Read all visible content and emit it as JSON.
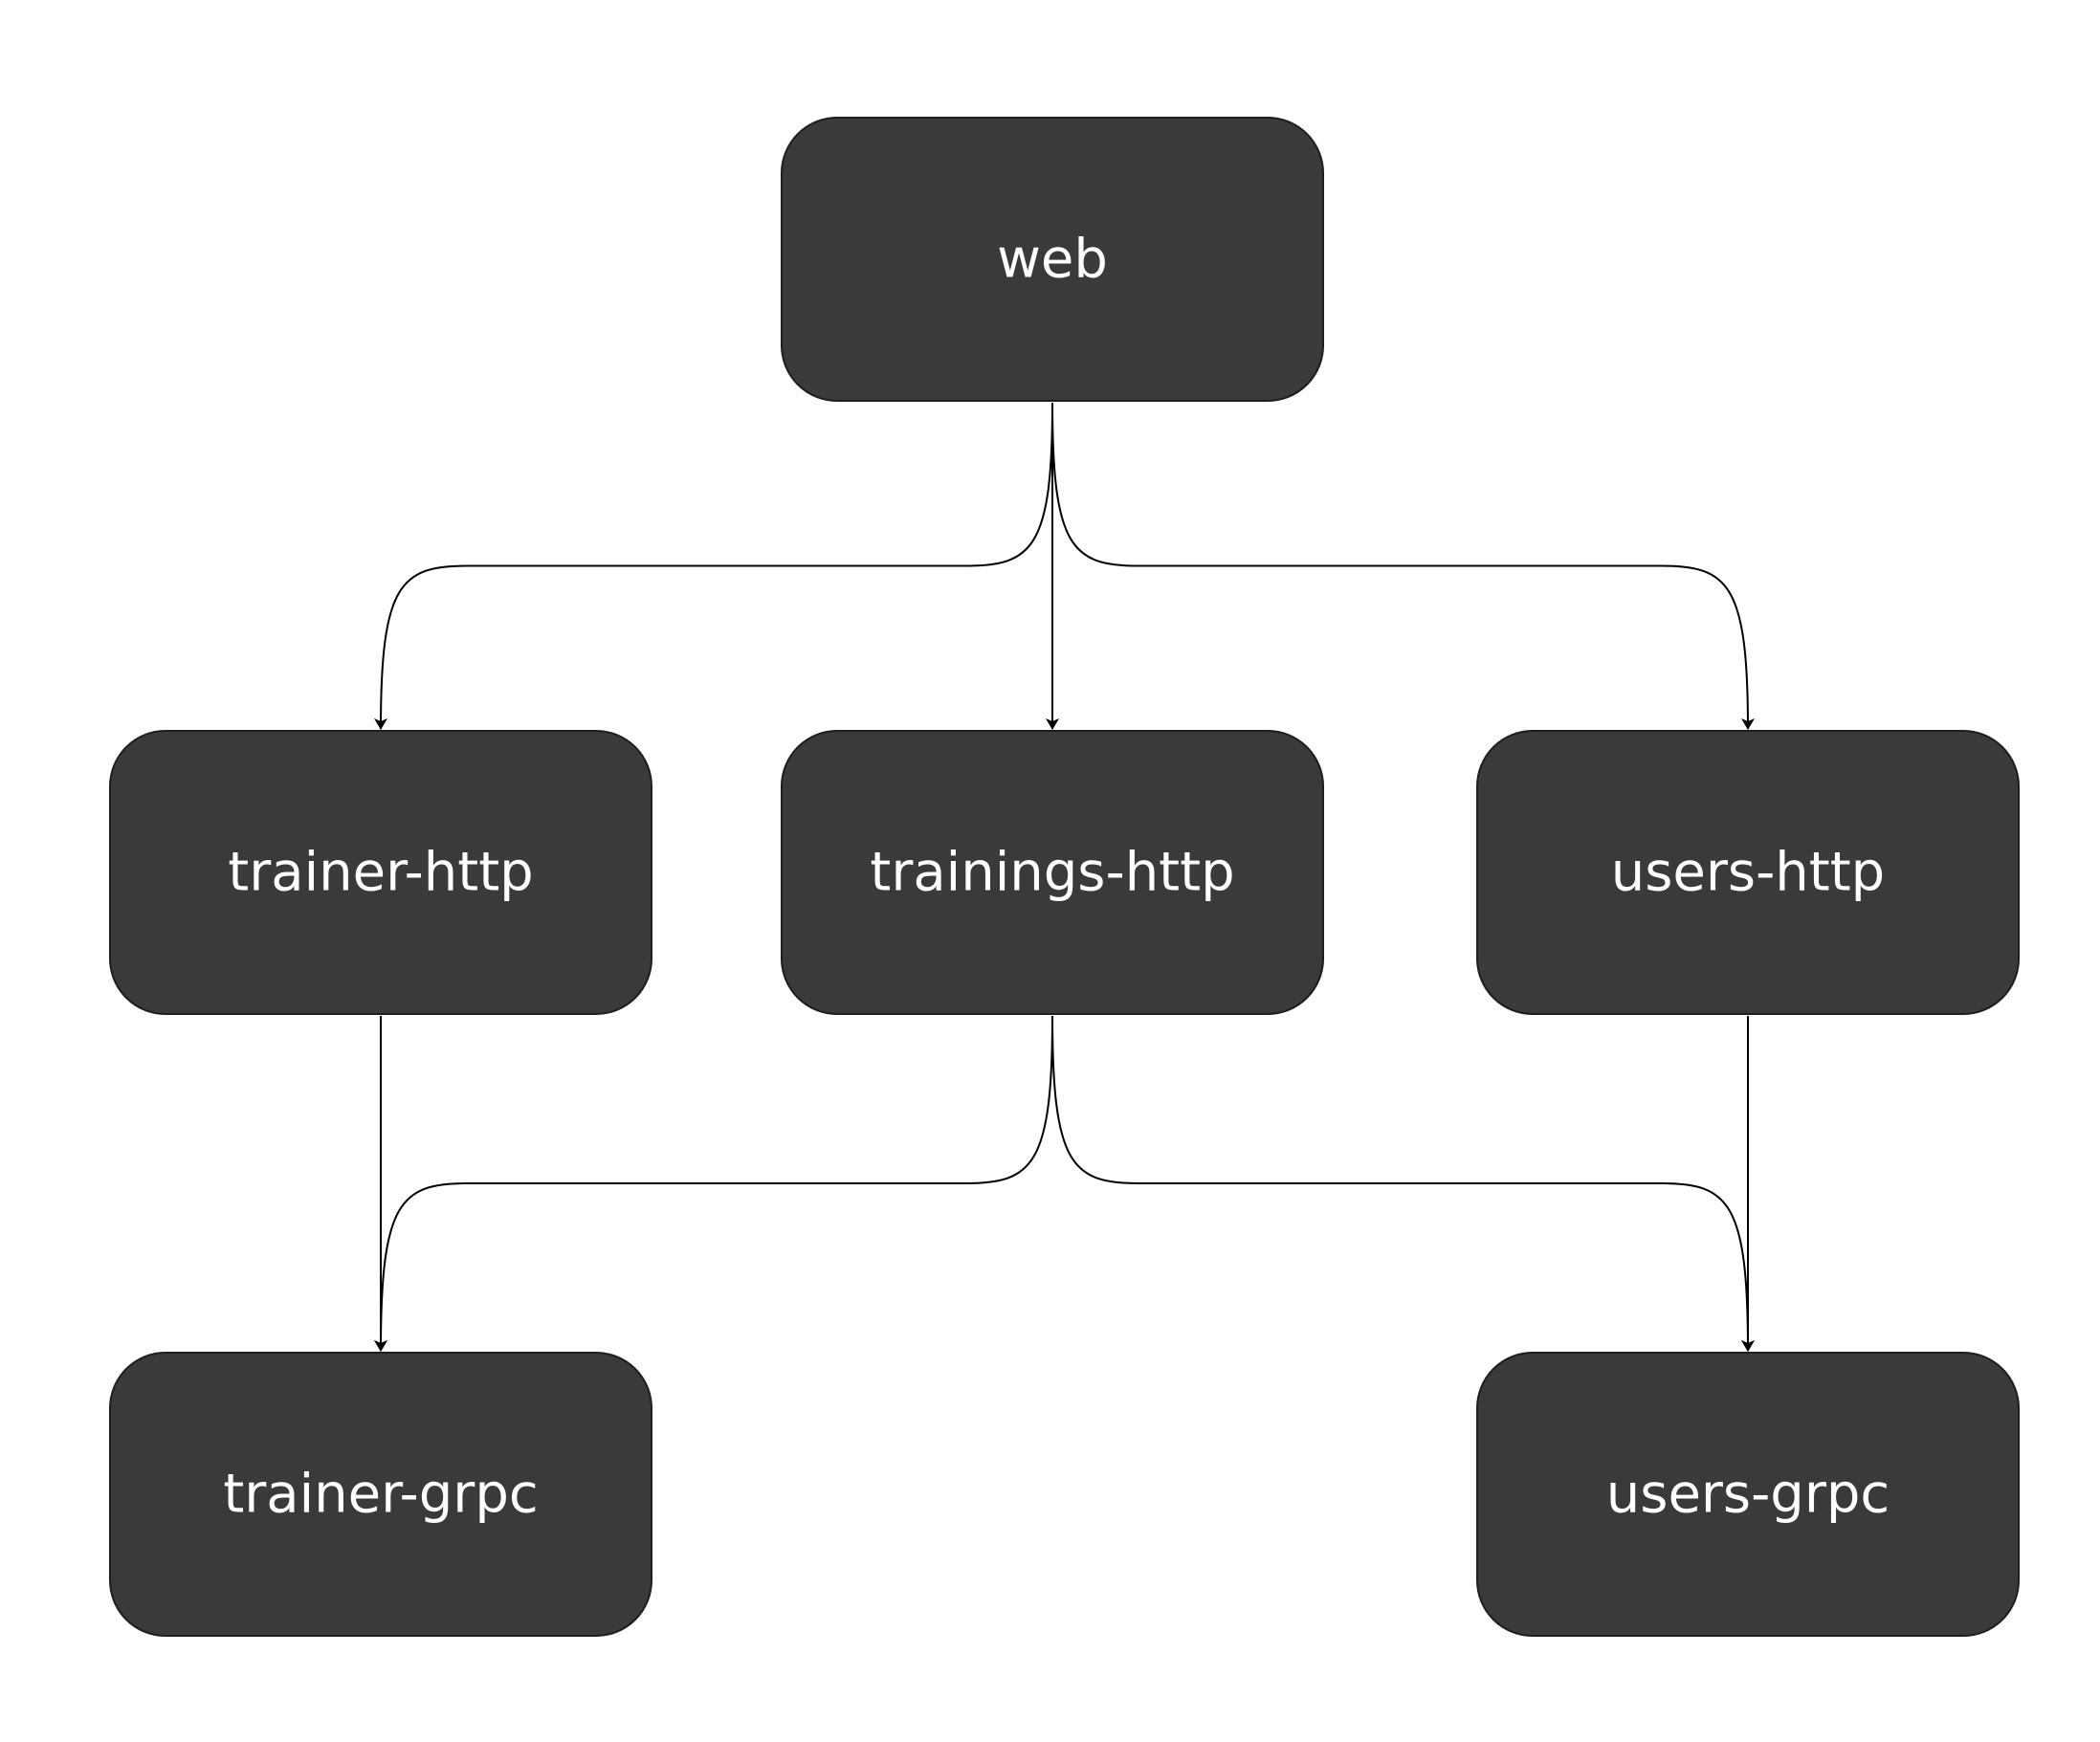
{
  "colors": {
    "node_fill": "#3a3a3a",
    "edge": "#000000",
    "background": "#ffffff"
  },
  "nodes": [
    {
      "id": "web",
      "label": "web"
    },
    {
      "id": "trainer-http",
      "label": "trainer-http"
    },
    {
      "id": "trainings-http",
      "label": "trainings-http"
    },
    {
      "id": "users-http",
      "label": "users-http"
    },
    {
      "id": "trainer-grpc",
      "label": "trainer-grpc"
    },
    {
      "id": "users-grpc",
      "label": "users-grpc"
    }
  ],
  "edges": [
    {
      "from": "web",
      "to": "trainer-http"
    },
    {
      "from": "web",
      "to": "trainings-http"
    },
    {
      "from": "web",
      "to": "users-http"
    },
    {
      "from": "trainer-http",
      "to": "trainer-grpc"
    },
    {
      "from": "trainings-http",
      "to": "trainer-grpc"
    },
    {
      "from": "trainings-http",
      "to": "users-grpc"
    },
    {
      "from": "users-http",
      "to": "users-grpc"
    }
  ]
}
